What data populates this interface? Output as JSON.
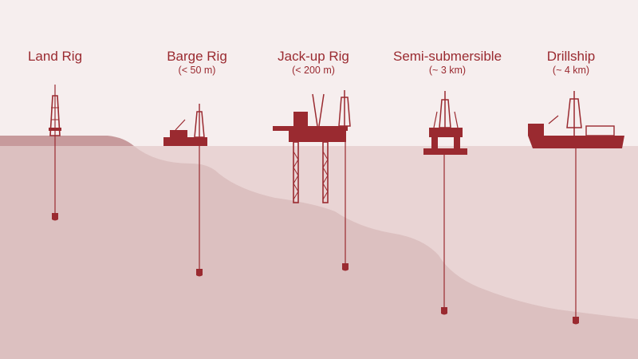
{
  "colors": {
    "background": "#f6eeee",
    "sea": "#e9d4d4",
    "seabed": "#dcc0c0",
    "land": "#c79a9c",
    "rig": "#9a2a30"
  },
  "rigs": [
    {
      "id": "land",
      "name": "Land Rig",
      "depth": ""
    },
    {
      "id": "barge",
      "name": "Barge Rig",
      "depth": "(< 50 m)"
    },
    {
      "id": "jackup",
      "name": "Jack-up Rig",
      "depth": "(< 200 m)"
    },
    {
      "id": "semi",
      "name": "Semi-submersible",
      "depth": "(~ 3 km)"
    },
    {
      "id": "drillship",
      "name": "Drillship",
      "depth": "(~ 4 km)"
    }
  ]
}
